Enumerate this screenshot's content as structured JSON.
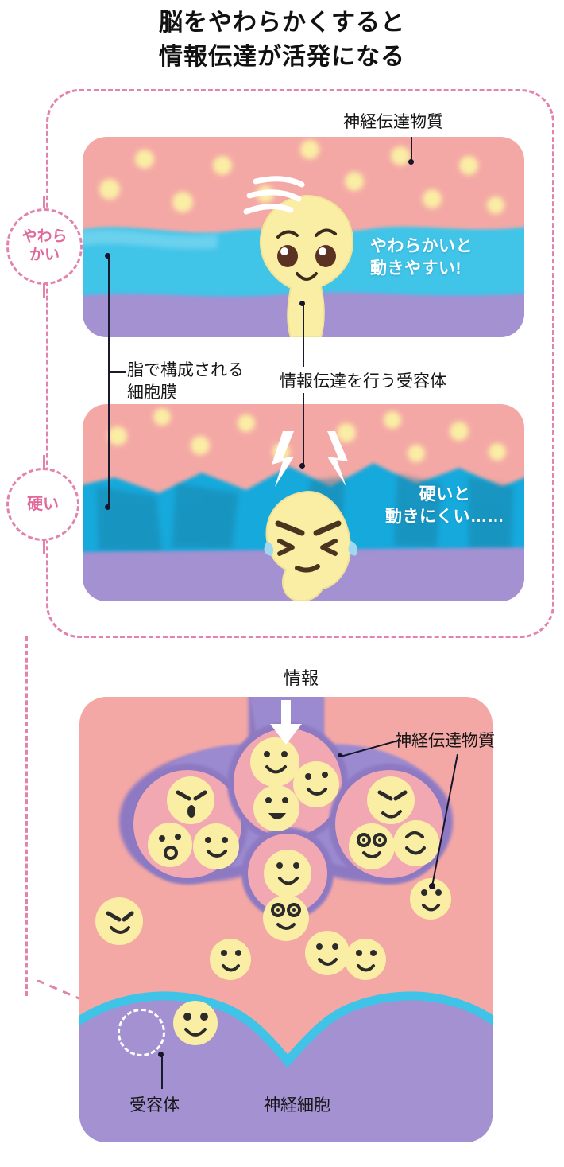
{
  "title": {
    "line1": "脳をやわらかくすると",
    "line2": "情報伝達が活発になる"
  },
  "colors": {
    "cytoplasm_pink": "#F4A8A5",
    "membrane_soft_blue": "#3FC4E8",
    "membrane_hard_blue": "#16A9DC",
    "interior_purple": "#A391D2",
    "vesicle_purple": "#8D79C2",
    "neurotransmitter_yellow": "#FAEDA4",
    "dashed_frame_pink": "#E283AD",
    "badge_text_pink": "#E06A9B",
    "white": "#FFFFFF",
    "text_black": "#161616"
  },
  "badges": {
    "soft": "やわらかい",
    "soft_line1": "やわら",
    "soft_line2": "かい",
    "hard": "硬い"
  },
  "soft_panel": {
    "caption_line1": "やわらかいと",
    "caption_line2": "動きやすい!",
    "character_state": "smiling-receptor",
    "motion_lines": 3
  },
  "hard_panel": {
    "caption_line1": "硬いと",
    "caption_line2": "動きにくい……",
    "character_state": "straining-receptor-with-sweat",
    "lightning_bolts": 2
  },
  "annotations": {
    "neurotransmitter_top": "神経伝達物質",
    "membrane_line1": "脂で構成される",
    "membrane_line2": "細胞膜",
    "receptor_top": "情報伝達を行う受容体",
    "information": "情報",
    "neurotransmitter_bottom": "神経伝達物質",
    "receptor_bottom": "受容体",
    "neuron": "神経細胞"
  },
  "synapse": {
    "vesicle_clusters": [
      {
        "id": "left",
        "faces": [
          "angry",
          "surprised",
          "smile"
        ]
      },
      {
        "id": "center",
        "faces": [
          "smile",
          "wink",
          "grin"
        ]
      },
      {
        "id": "right",
        "faces": [
          "smirk",
          "swirl-eyes",
          "smile"
        ]
      },
      {
        "id": "bottom",
        "faces": [
          "smile"
        ]
      }
    ],
    "free_neurotransmitters": 7,
    "dendrite_count": 3,
    "highlight": "dashed-circle-on-receptor"
  },
  "icons": {
    "down_arrow": "white-down-arrow",
    "sweat_drop": "sweat-drop",
    "lightning": "lightning-bolt",
    "motion_line": "motion-line"
  }
}
